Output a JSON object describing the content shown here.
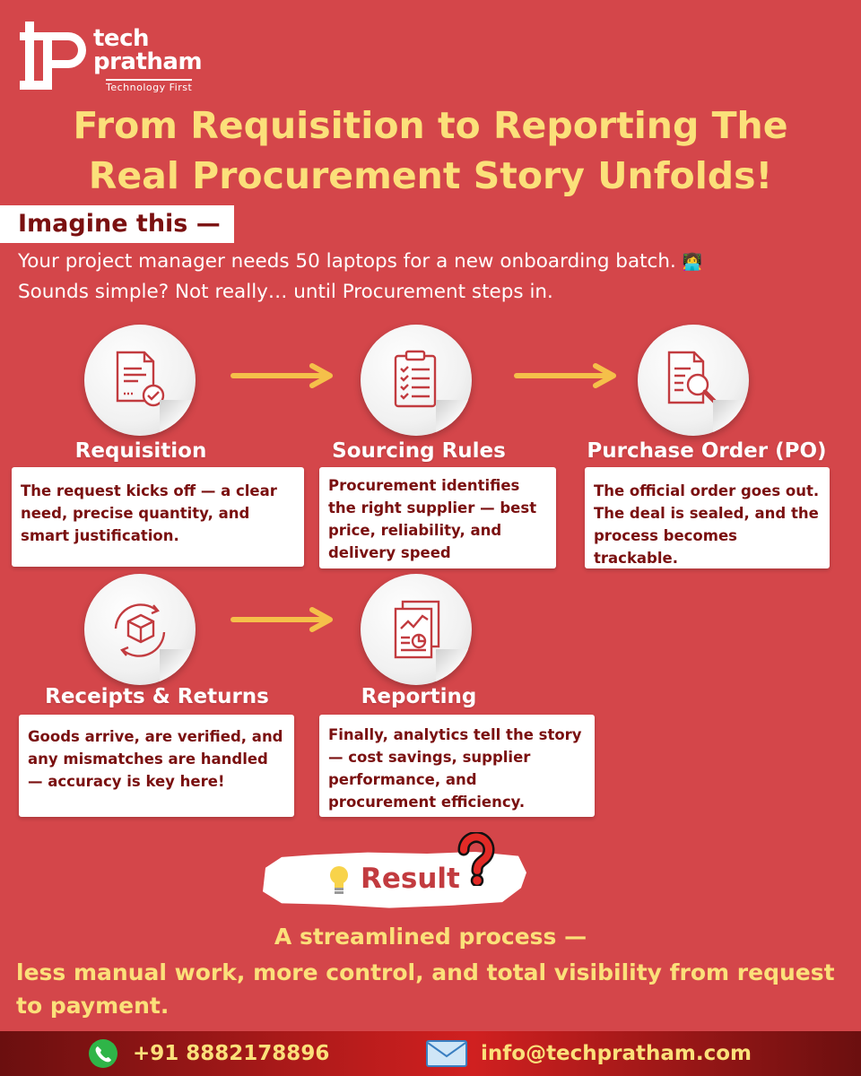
{
  "brand": {
    "logo_letters": "tp",
    "name_line1": "tech",
    "name_line2": "pratham",
    "tagline": "Technology First"
  },
  "headline": {
    "line1": "From Requisition to Reporting The",
    "line2": "Real Procurement Story Unfolds!"
  },
  "intro": {
    "label": "Imagine this —",
    "line1": "Your project manager needs 50 laptops for a new onboarding batch.",
    "line1_emoji": "👩‍💻",
    "line2": "Sounds simple? Not really… until Procurement steps in."
  },
  "steps": [
    {
      "title": "Requisition",
      "icon": "document-check-icon",
      "description": "The request kicks off — a clear need, precise quantity, and smart justification."
    },
    {
      "title": "Sourcing Rules",
      "icon": "clipboard-checklist-icon",
      "description": "Procurement identifies the right supplier — best price, reliability, and delivery speed"
    },
    {
      "title": "Purchase Order (PO)",
      "icon": "document-search-icon",
      "description": "The official order goes out. The deal is sealed, and the process becomes trackable."
    },
    {
      "title": "Receipts & Returns",
      "icon": "box-return-icon",
      "description": "Goods arrive, are verified, and any mismatches are handled — accuracy is key here!"
    },
    {
      "title": "Reporting",
      "icon": "report-chart-icon",
      "description": "Finally, analytics tell the story — cost savings, supplier performance, and procurement efficiency."
    }
  ],
  "result": {
    "label": "Result",
    "line1": "A streamlined process —",
    "line2": "less manual work, more control, and total visibility from request to payment."
  },
  "footer": {
    "phone": "+91 8882178896",
    "email": "info@techpratham.com"
  },
  "colors": {
    "background": "#d4464a",
    "headline": "#fbe07a",
    "card_text": "#7a1010",
    "arrow": "#f5c04a"
  }
}
